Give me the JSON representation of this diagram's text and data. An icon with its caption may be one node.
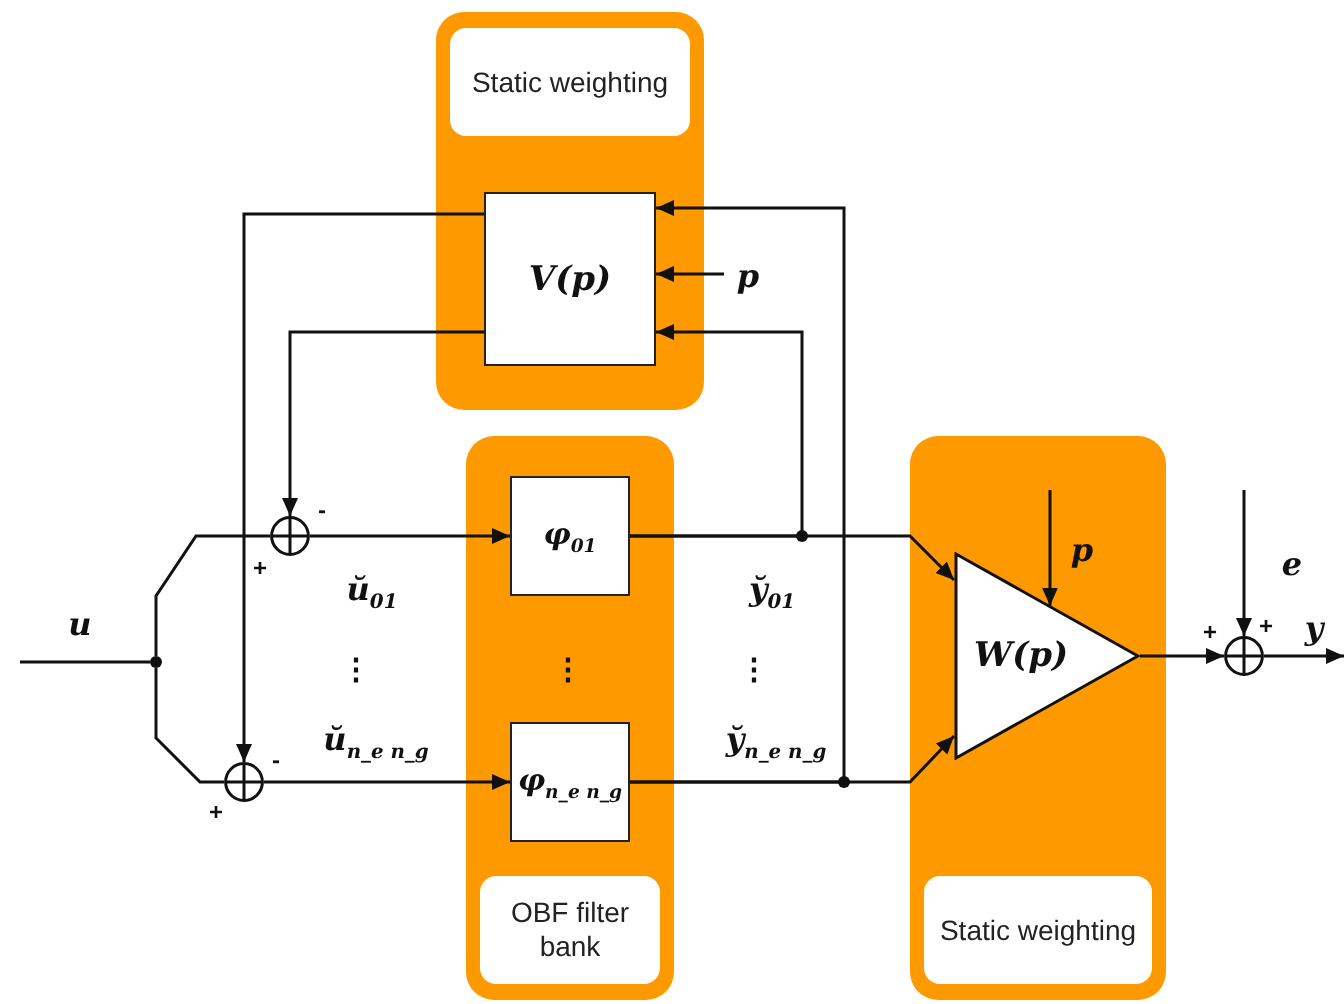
{
  "diagram": {
    "nodes": [
      {
        "text": [
          "Static weighting"
        ]
      },
      {
        "text": [
          "V(p)"
        ],
        "in": 0
      },
      {
        "text": [
          "OBF filter bank"
        ]
      },
      {
        "text": [
          "φ$_{01}$"
        ],
        "in": 2
      },
      {
        "text": [
          "φ$_{n_e n_g}$"
        ],
        "in": 2
      },
      {
        "text": [
          "Static weighting"
        ]
      },
      {
        "text": [
          "W(p)"
        ],
        "in": 5
      },
      {
        "text": [],
        "shape": "circle"
      },
      {
        "text": [],
        "shape": "circle"
      },
      {
        "text": [],
        "shape": "circle"
      },
      {
        "text": [],
        "shape": "dot"
      }
    ],
    "edges": [
      {
        "from": null,
        "to": 10,
        "arrow": "none",
        "label": "u"
      },
      {
        "from": 10,
        "to": 7,
        "arrow": "none"
      },
      {
        "from": 10,
        "to": 8,
        "arrow": "none"
      },
      {
        "from": 7,
        "to": 3,
        "arrow": "to",
        "label": "ŭ$_{01}$"
      },
      {
        "from": 8,
        "to": 4,
        "arrow": "to",
        "label": "ŭ$_{n_e n_g}$"
      },
      {
        "from": 3,
        "to": 6,
        "arrow": "to",
        "label": "y̆$_{01}$"
      },
      {
        "from": 4,
        "to": 6,
        "arrow": "to",
        "label": "y̆$_{n_e n_g}$"
      },
      {
        "from": 1,
        "to": 7,
        "arrow": "to"
      },
      {
        "from": 1,
        "to": 8,
        "arrow": "to"
      },
      {
        "from": 3,
        "to": 1,
        "arrow": "to"
      },
      {
        "from": 4,
        "to": 1,
        "arrow": "to"
      },
      {
        "from": null,
        "to": 1,
        "arrow": "to",
        "label": "p"
      },
      {
        "from": null,
        "to": 6,
        "arrow": "to",
        "label": "p"
      },
      {
        "from": 6,
        "to": 9,
        "arrow": "to"
      },
      {
        "from": null,
        "to": 9,
        "arrow": "to",
        "label": "e"
      },
      {
        "from": 9,
        "to": null,
        "arrow": "to",
        "label": "y"
      }
    ],
    "labels": [
      "-",
      "+",
      "+",
      "+",
      "⋮",
      "⋮",
      "⋮",
      "-",
      "+"
    ]
  }
}
